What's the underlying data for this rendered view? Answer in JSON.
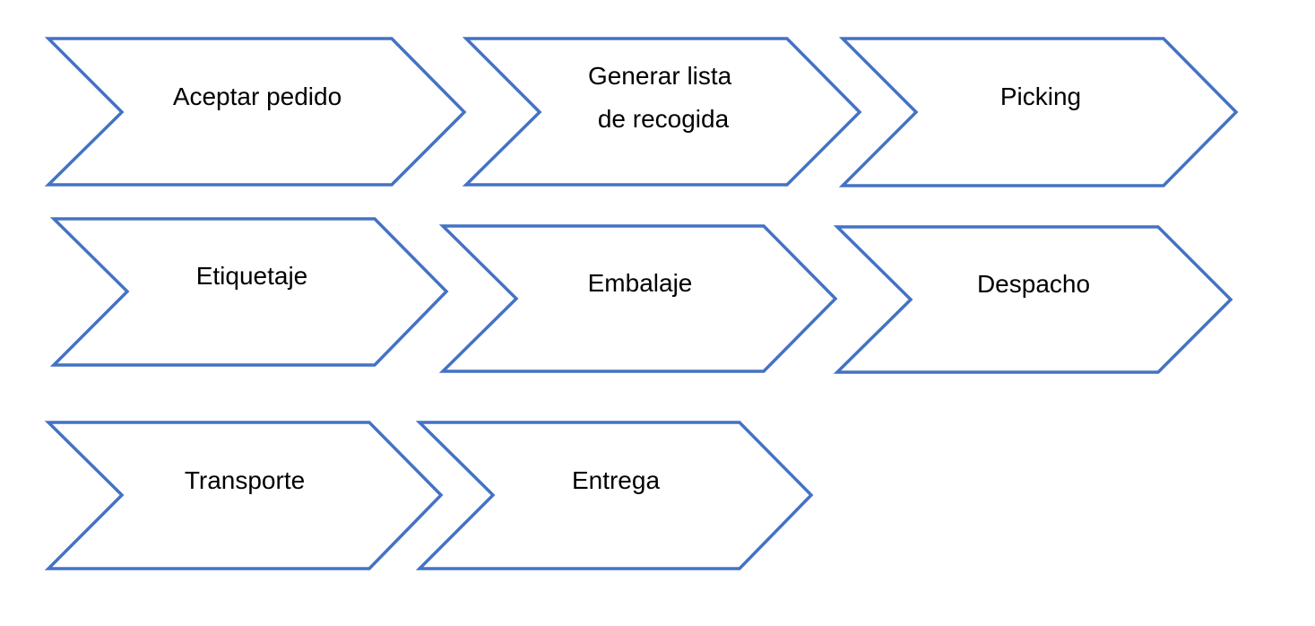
{
  "diagram": {
    "steps": [
      {
        "lines": [
          "Aceptar pedido"
        ]
      },
      {
        "lines": [
          "Generar lista",
          "de recogida"
        ]
      },
      {
        "lines": [
          "Picking"
        ]
      },
      {
        "lines": [
          "Etiquetaje"
        ]
      },
      {
        "lines": [
          "Embalaje"
        ]
      },
      {
        "lines": [
          "Despacho"
        ]
      },
      {
        "lines": [
          "Transporte"
        ]
      },
      {
        "lines": [
          "Entrega"
        ]
      }
    ],
    "colors": {
      "outline": "#4472C4",
      "fill": "#ffffff",
      "text": "#000000"
    }
  }
}
